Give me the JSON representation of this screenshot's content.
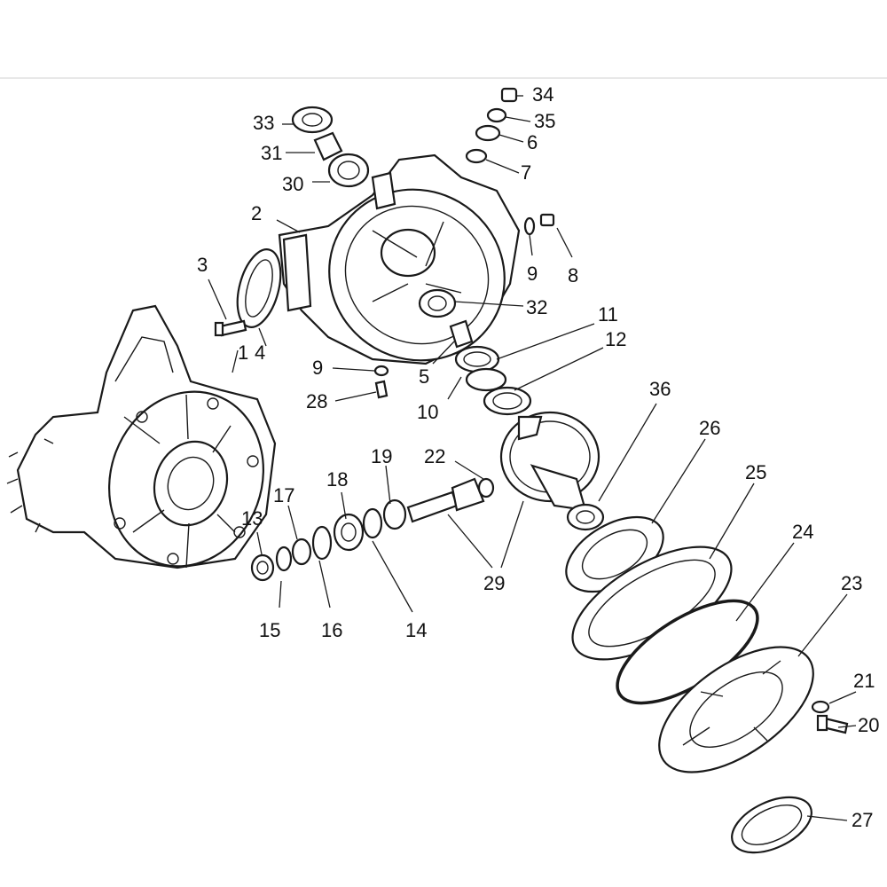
{
  "labels": {
    "p1": "1",
    "p2": "2",
    "p3": "3",
    "p4": "4",
    "p5": "5",
    "p6": "6",
    "p7": "7",
    "p8": "8",
    "p9a": "9",
    "p9b": "9",
    "p10": "10",
    "p11": "11",
    "p12": "12",
    "p13": "13",
    "p14": "14",
    "p15": "15",
    "p16": "16",
    "p17": "17",
    "p18": "18",
    "p19": "19",
    "p20": "20",
    "p21": "21",
    "p22": "22",
    "p23": "23",
    "p24": "24",
    "p25": "25",
    "p26": "26",
    "p27": "27",
    "p28": "28",
    "p29": "29",
    "p30": "30",
    "p31": "31",
    "p32": "32",
    "p33": "33",
    "p34": "34",
    "p35": "35",
    "p36": "36"
  },
  "colors": {
    "line": "#1a1a1a",
    "paper": "#ffffff"
  }
}
